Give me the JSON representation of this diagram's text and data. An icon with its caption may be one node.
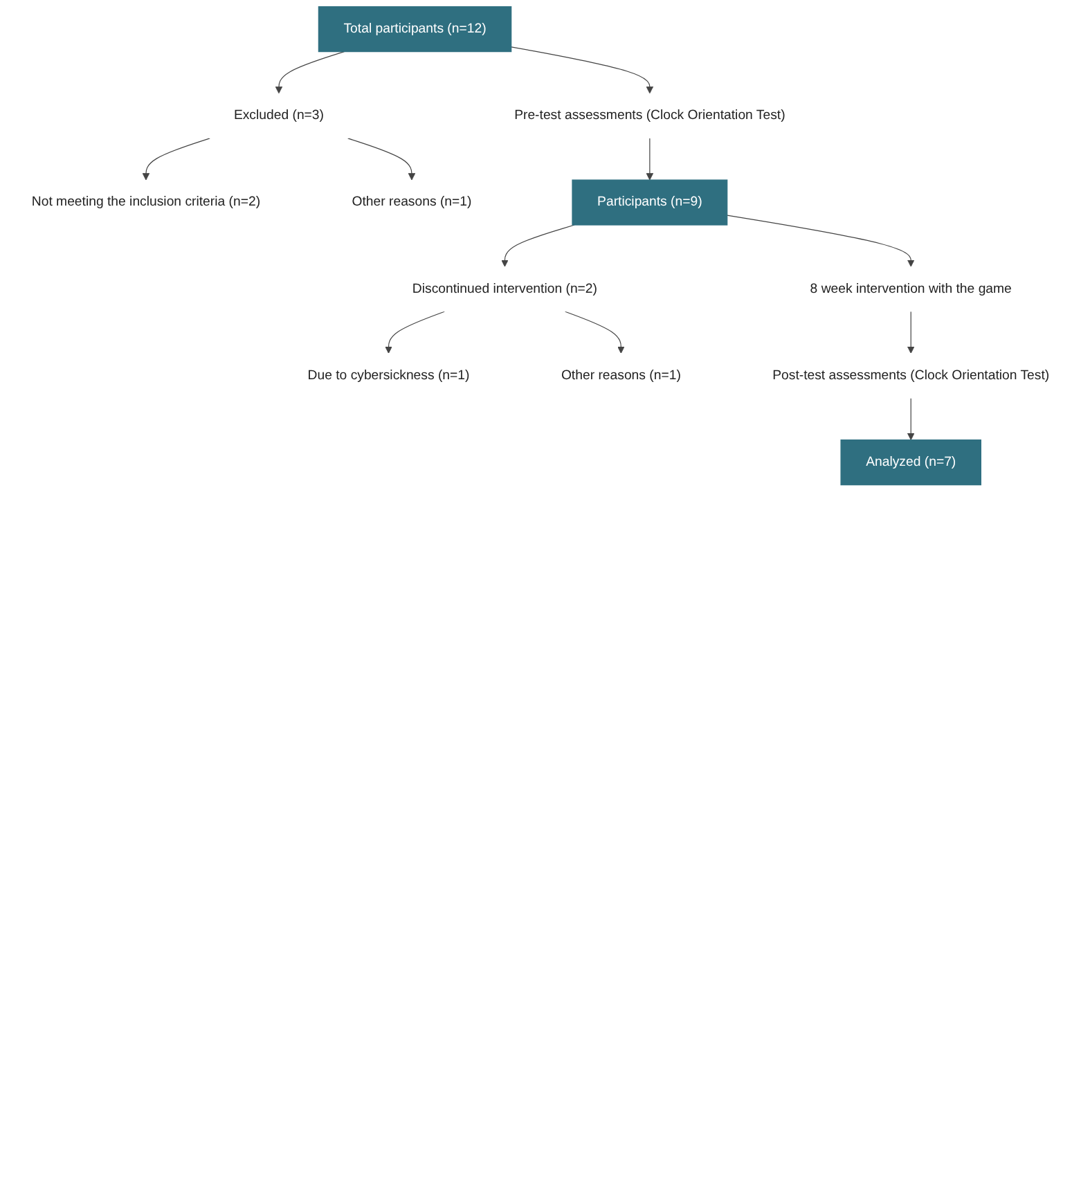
{
  "diagram": {
    "nodes": [
      {
        "text": [
          "Total participants (n=12)"
        ]
      },
      {
        "text": [
          "Excluded (n=3)"
        ]
      },
      {
        "text": [
          "Not meeting the inclusion criteria (n=2)"
        ]
      },
      {
        "text": [
          "Other reasons (n=1)"
        ]
      },
      {
        "text": [
          "Pre-test assessments (Clock Orientation Test)"
        ]
      },
      {
        "text": [
          "Participants (n=9)"
        ]
      },
      {
        "text": [
          "Discontinued intervention (n=2)"
        ]
      },
      {
        "text": [
          "Due to cybersickness (n=1)"
        ]
      },
      {
        "text": [
          "Other reasons (n=1)"
        ]
      },
      {
        "text": [
          "8 week intervention with the game"
        ]
      },
      {
        "text": [
          "Post-test assessments (Clock Orientation Test)"
        ]
      },
      {
        "text": [
          "Analyzed (n=7)"
        ]
      }
    ],
    "edges": [
      {
        "from": 0,
        "to": 1,
        "arrow": "to"
      },
      {
        "from": 1,
        "to": 2,
        "arrow": "to"
      },
      {
        "from": 1,
        "to": 3,
        "arrow": "to"
      },
      {
        "from": 0,
        "to": 4,
        "arrow": "to"
      },
      {
        "from": 4,
        "to": 5,
        "arrow": "to"
      },
      {
        "from": 5,
        "to": 6,
        "arrow": "to"
      },
      {
        "from": 6,
        "to": 7,
        "arrow": "to"
      },
      {
        "from": 6,
        "to": 8,
        "arrow": "to"
      },
      {
        "from": 5,
        "to": 9,
        "arrow": "to"
      },
      {
        "from": 9,
        "to": 10,
        "arrow": "to"
      },
      {
        "from": 10,
        "to": 11,
        "arrow": "to"
      }
    ]
  }
}
